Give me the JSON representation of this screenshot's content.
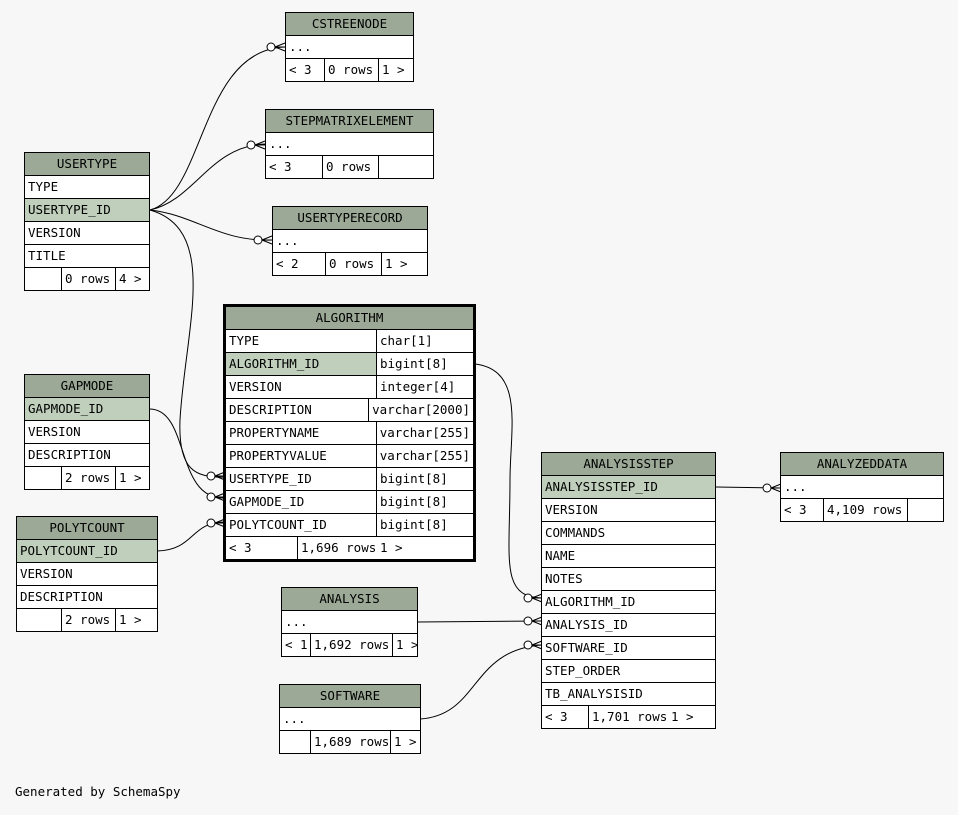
{
  "footer": "Generated by SchemaSpy",
  "tables": {
    "cstreenode": {
      "name": "CSTREENODE",
      "columns": [
        "..."
      ],
      "footer": [
        "< 3",
        "0 rows",
        "1 >"
      ]
    },
    "stepmatrixelement": {
      "name": "STEPMATRIXELEMENT",
      "columns": [
        "..."
      ],
      "footer": [
        "< 3",
        "0 rows",
        ""
      ]
    },
    "usertyperecord": {
      "name": "USERTYPERECORD",
      "columns": [
        "..."
      ],
      "footer": [
        "< 2",
        "0 rows",
        "1 >"
      ]
    },
    "usertype": {
      "name": "USERTYPE",
      "columns": [
        "TYPE",
        "USERTYPE_ID",
        "VERSION",
        "TITLE"
      ],
      "footer": [
        "",
        "0 rows",
        "4 >"
      ]
    },
    "gapmode": {
      "name": "GAPMODE",
      "columns": [
        "GAPMODE_ID",
        "VERSION",
        "DESCRIPTION"
      ],
      "footer": [
        "",
        "2 rows",
        "1 >"
      ]
    },
    "polytcount": {
      "name": "POLYTCOUNT",
      "columns": [
        "POLYTCOUNT_ID",
        "VERSION",
        "DESCRIPTION"
      ],
      "footer": [
        "",
        "2 rows",
        "1 >"
      ]
    },
    "algorithm": {
      "name": "ALGORITHM",
      "columns": [
        {
          "name": "TYPE",
          "type": "char[1]"
        },
        {
          "name": "ALGORITHM_ID",
          "type": "bigint[8]"
        },
        {
          "name": "VERSION",
          "type": "integer[4]"
        },
        {
          "name": "DESCRIPTION",
          "type": "varchar[2000]"
        },
        {
          "name": "PROPERTYNAME",
          "type": "varchar[255]"
        },
        {
          "name": "PROPERTYVALUE",
          "type": "varchar[255]"
        },
        {
          "name": "USERTYPE_ID",
          "type": "bigint[8]"
        },
        {
          "name": "GAPMODE_ID",
          "type": "bigint[8]"
        },
        {
          "name": "POLYTCOUNT_ID",
          "type": "bigint[8]"
        }
      ],
      "footer": [
        "< 3",
        "1,696 rows",
        "1 >"
      ]
    },
    "analysis": {
      "name": "ANALYSIS",
      "columns": [
        "..."
      ],
      "footer": [
        "< 1",
        "1,692 rows",
        "1 >"
      ]
    },
    "software": {
      "name": "SOFTWARE",
      "columns": [
        "..."
      ],
      "footer": [
        "",
        "1,689 rows",
        "1 >"
      ]
    },
    "analysisstep": {
      "name": "ANALYSISSTEP",
      "columns": [
        "ANALYSISSTEP_ID",
        "VERSION",
        "COMMANDS",
        "NAME",
        "NOTES",
        "ALGORITHM_ID",
        "ANALYSIS_ID",
        "SOFTWARE_ID",
        "STEP_ORDER",
        "TB_ANALYSISID"
      ],
      "footer": [
        "< 3",
        "1,701 rows",
        "1 >"
      ]
    },
    "analyzeddata": {
      "name": "ANALYZEDDATA",
      "columns": [
        "..."
      ],
      "footer": [
        "< 3",
        "4,109 rows",
        ""
      ]
    }
  },
  "relationships": [
    {
      "from": "cstreenode",
      "to": "usertype.USERTYPE_ID"
    },
    {
      "from": "stepmatrixelement",
      "to": "usertype.USERTYPE_ID"
    },
    {
      "from": "usertyperecord",
      "to": "usertype.USERTYPE_ID"
    },
    {
      "from": "algorithm.USERTYPE_ID",
      "to": "usertype.USERTYPE_ID"
    },
    {
      "from": "algorithm.GAPMODE_ID",
      "to": "gapmode.GAPMODE_ID"
    },
    {
      "from": "algorithm.POLYTCOUNT_ID",
      "to": "polytcount.POLYTCOUNT_ID"
    },
    {
      "from": "analysisstep.ALGORITHM_ID",
      "to": "algorithm.ALGORITHM_ID"
    },
    {
      "from": "analysisstep.ANALYSIS_ID",
      "to": "analysis"
    },
    {
      "from": "analysisstep.SOFTWARE_ID",
      "to": "software"
    },
    {
      "from": "analyzeddata",
      "to": "analysisstep.ANALYSISSTEP_ID"
    }
  ]
}
